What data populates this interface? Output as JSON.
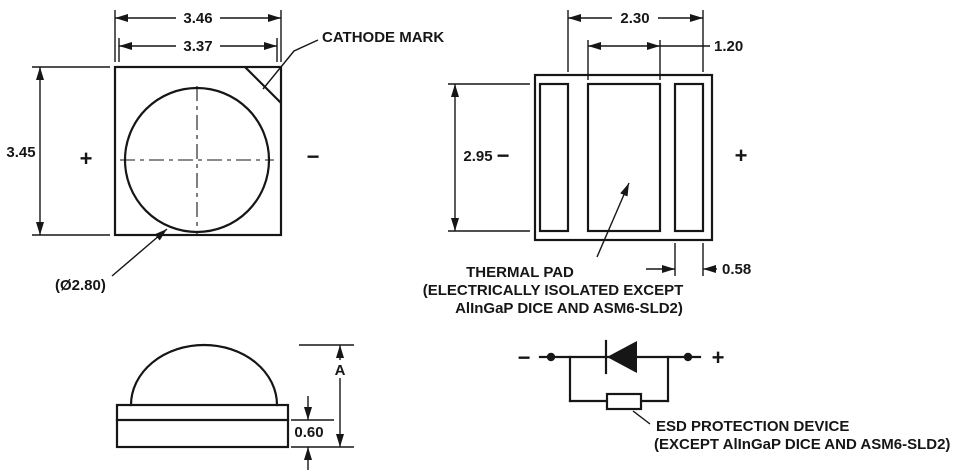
{
  "colors": {
    "ink": "#161616",
    "background": "#ffffff"
  },
  "top_view": {
    "dims": {
      "width_outer": "3.46",
      "width_inner": "3.37",
      "height": "3.45",
      "lens_diameter": "(Ø2.80)"
    },
    "polarity": {
      "left": "+",
      "right": "−"
    },
    "callouts": {
      "cathode_mark": "CATHODE MARK"
    }
  },
  "bottom_view": {
    "dims": {
      "pad_span": "2.30",
      "thermal_pad_width": "1.20",
      "pad_height": "2.95",
      "side_pad_width": "0.58"
    },
    "polarity": {
      "left": "−",
      "right": "+"
    },
    "callouts": {
      "thermal_pad_line1": "THERMAL PAD",
      "thermal_pad_line2": "(ELECTRICALLY ISOLATED EXCEPT",
      "thermal_pad_line3": "AlInGaP DICE AND ASM6-SLD2)"
    }
  },
  "side_view": {
    "dims": {
      "dome_height": "A",
      "base_thickness": "0.60"
    }
  },
  "schematic": {
    "polarity": {
      "left": "−",
      "right": "+"
    },
    "callouts": {
      "esd_line1": "ESD PROTECTION DEVICE",
      "esd_line2": "(EXCEPT AlInGaP DICE AND ASM6-SLD2)"
    }
  }
}
